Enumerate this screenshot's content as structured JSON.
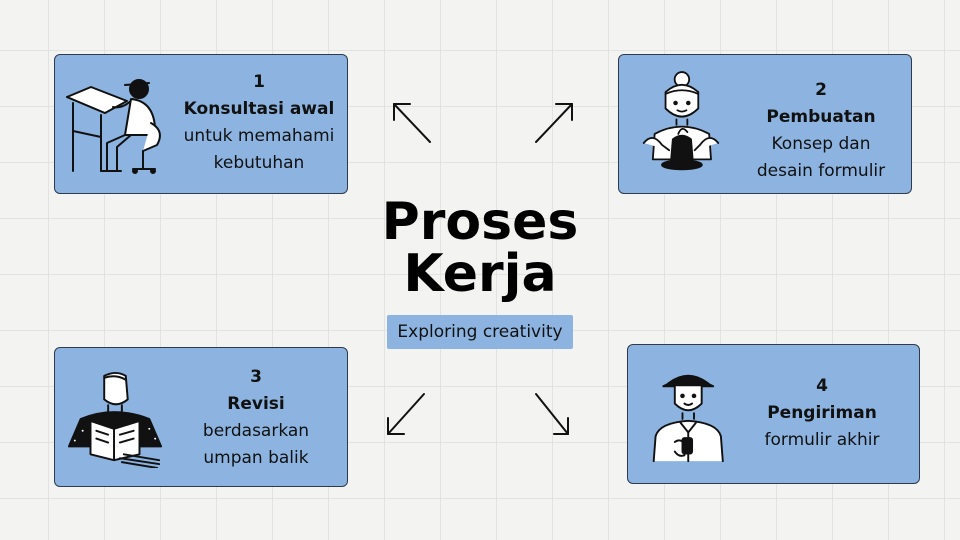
{
  "title": {
    "line1": "Proses",
    "line2": "Kerja"
  },
  "tagline": "Exploring creativity",
  "steps": [
    {
      "num": "1",
      "title": "Konsultasi awal",
      "line1": "untuk memahami",
      "line2": "kebutuhan"
    },
    {
      "num": "2",
      "title": "Pembuatan",
      "line1": "Konsep dan",
      "line2": "desain formulir"
    },
    {
      "num": "3",
      "title": "Revisi",
      "line1": "berdasarkan",
      "line2": "umpan balik"
    },
    {
      "num": "4",
      "title": "Pengiriman",
      "line1": "formulir akhir",
      "line2": ""
    }
  ],
  "colors": {
    "card": "#8db4e0",
    "border": "#2f3b4a",
    "text": "#111111",
    "background": "#f3f3f2"
  },
  "icons": [
    "designer-at-drafting-table-icon",
    "potter-with-vase-icon",
    "person-reading-book-icon",
    "person-with-phone-icon",
    "arrow-up-left-icon",
    "arrow-up-right-icon",
    "arrow-down-left-icon",
    "arrow-down-right-icon"
  ]
}
